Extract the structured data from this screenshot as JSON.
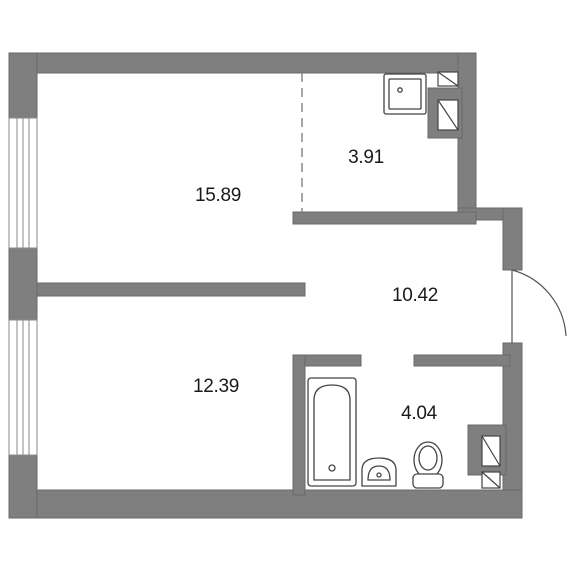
{
  "floor_plan": {
    "colors": {
      "wall": "#7f7f7f",
      "wall_stroke": "#6a6a6a",
      "fixture_stroke": "#444444",
      "background": "#ffffff",
      "label": "#1a1a1a"
    },
    "rooms": [
      {
        "id": "living-room",
        "area": "15.89"
      },
      {
        "id": "storage",
        "area": "3.91"
      },
      {
        "id": "hallway",
        "area": "10.42"
      },
      {
        "id": "bedroom",
        "area": "12.39"
      },
      {
        "id": "bathroom",
        "area": "4.04"
      }
    ]
  }
}
